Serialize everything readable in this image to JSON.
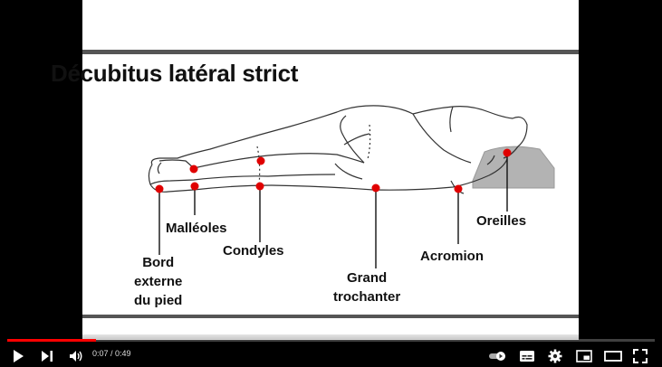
{
  "slide": {
    "title": "Décubitus latéral strict",
    "labels": {
      "bord": [
        "Bord",
        "externe",
        "du pied"
      ],
      "malleoles": "Malléoles",
      "condyles": "Condyles",
      "grand": [
        "Grand",
        "trochanter"
      ],
      "acromion": "Acromion",
      "oreilles": "Oreilles"
    }
  },
  "player": {
    "current_time": "0:07",
    "separator": " / ",
    "duration": "0:49",
    "progress_fraction": 0.137,
    "colors": {
      "progress": "#ff0000",
      "marker": "#e00000"
    },
    "icons": [
      "play-icon",
      "next-icon",
      "volume-icon",
      "autoplay-toggle-icon",
      "subtitles-icon",
      "settings-icon",
      "miniplayer-icon",
      "theater-icon",
      "fullscreen-icon"
    ]
  }
}
